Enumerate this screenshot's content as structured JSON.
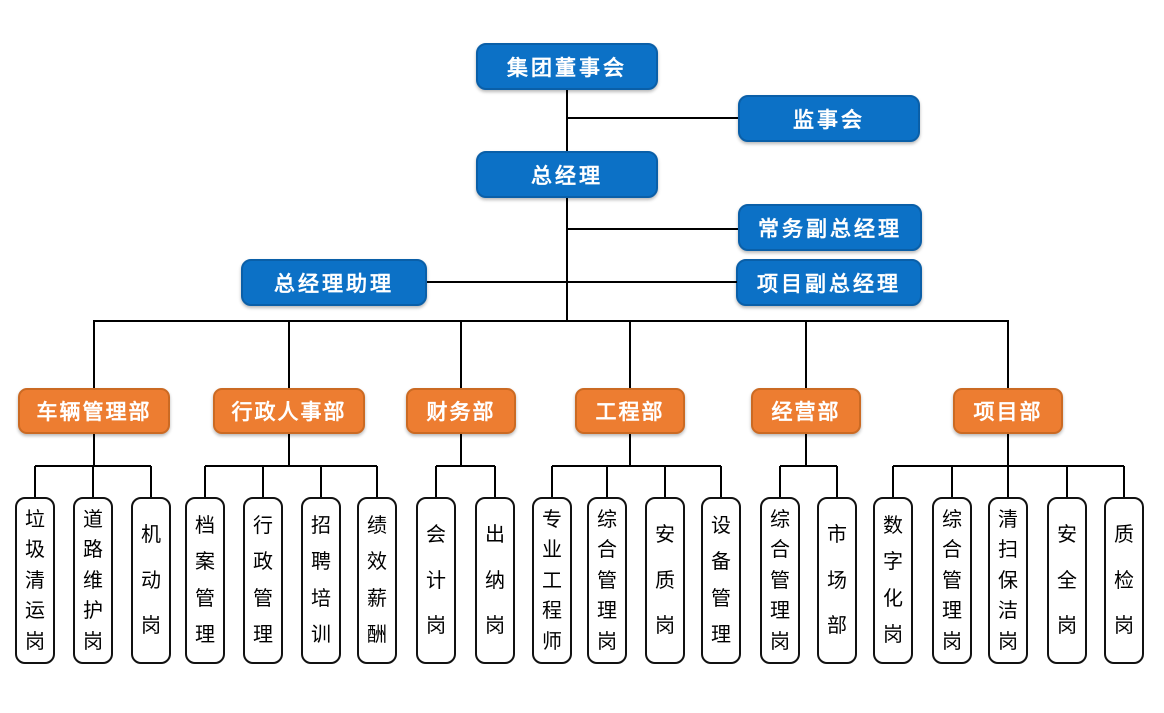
{
  "colors": {
    "node_blue": "#0C71C6",
    "node_blue_border": "#0A5FA8",
    "dept_orange": "#ED7D31",
    "dept_orange_border": "#CB6A23",
    "connector": "#000000",
    "leaf_background": "#FFFFFF",
    "leaf_border": "#111111"
  },
  "nodes": {
    "board": "集团董事会",
    "supervisory": "监事会",
    "general_manager": "总经理",
    "executive_deputy_gm": "常务副总经理",
    "gm_assistant": "总经理助理",
    "project_deputy_gm": "项目副总经理"
  },
  "departments": [
    {
      "label": "车辆管理部",
      "children": [
        "垃圾清运岗",
        "道路维护岗",
        "机动岗"
      ]
    },
    {
      "label": "行政人事部",
      "children": [
        "档案管理",
        "行政管理",
        "招聘培训",
        "绩效薪酬"
      ]
    },
    {
      "label": "财务部",
      "children": [
        "会计岗",
        "出纳岗"
      ]
    },
    {
      "label": "工程部",
      "children": [
        "专业工程师",
        "综合管理岗",
        "安质岗",
        "设备管理"
      ]
    },
    {
      "label": "经营部",
      "children": [
        "综合管理岗",
        "市场部"
      ]
    },
    {
      "label": "项目部",
      "children": [
        "数字化岗",
        "综合管理岗",
        "清扫保洁岗",
        "安全岗",
        "质检岗"
      ]
    }
  ]
}
